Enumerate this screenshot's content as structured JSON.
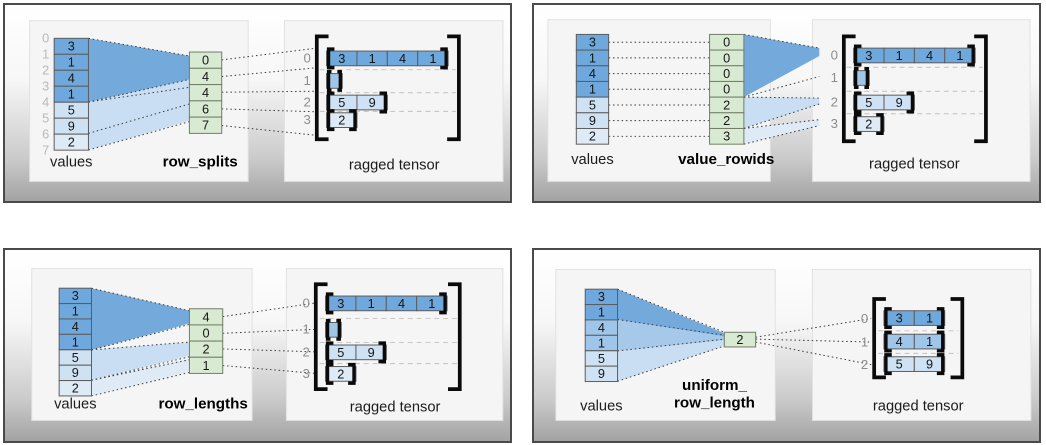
{
  "colors": {
    "dark_blue": "#6fa8dc",
    "medium_blue": "#9fc5e8",
    "light_blue": "#cfe2f3",
    "pale_blue": "#deebf7",
    "green": "#d9ead3"
  },
  "panels": [
    {
      "name": "row_splits",
      "values_label": "values",
      "param_label": "row_splits",
      "tensor_label": "ragged tensor",
      "value_indices": [
        "0",
        "1",
        "2",
        "3",
        "4",
        "5",
        "6",
        "7"
      ],
      "values": [
        "3",
        "1",
        "4",
        "1",
        "5",
        "9",
        "2"
      ],
      "param": [
        "0",
        "4",
        "4",
        "6",
        "7"
      ],
      "row_labels": [
        "0",
        "1",
        "2",
        "3"
      ],
      "rows": [
        [
          "3",
          "1",
          "4",
          "1"
        ],
        [],
        [
          "5",
          "9"
        ],
        [
          "2"
        ]
      ]
    },
    {
      "name": "value_rowids",
      "values_label": "values",
      "param_label": "value_rowids",
      "tensor_label": "ragged tensor",
      "values": [
        "3",
        "1",
        "4",
        "1",
        "5",
        "9",
        "2"
      ],
      "param": [
        "0",
        "0",
        "0",
        "0",
        "2",
        "2",
        "3"
      ],
      "row_labels": [
        "0",
        "1",
        "2",
        "3"
      ],
      "rows": [
        [
          "3",
          "1",
          "4",
          "1"
        ],
        [],
        [
          "5",
          "9"
        ],
        [
          "2"
        ]
      ]
    },
    {
      "name": "row_lengths",
      "values_label": "values",
      "param_label": "row_lengths",
      "tensor_label": "ragged tensor",
      "values": [
        "3",
        "1",
        "4",
        "1",
        "5",
        "9",
        "2"
      ],
      "param": [
        "4",
        "0",
        "2",
        "1"
      ],
      "row_labels": [
        "0",
        "1",
        "2",
        "3"
      ],
      "rows": [
        [
          "3",
          "1",
          "4",
          "1"
        ],
        [],
        [
          "5",
          "9"
        ],
        [
          "2"
        ]
      ]
    },
    {
      "name": "uniform_row_length",
      "values_label": "values",
      "param_label": "uniform_",
      "param_label2": "row_length",
      "tensor_label": "ragged tensor",
      "values": [
        "3",
        "1",
        "4",
        "1",
        "5",
        "9"
      ],
      "param": [
        "2"
      ],
      "row_labels": [
        "0",
        "1",
        "2"
      ],
      "rows": [
        [
          "3",
          "1"
        ],
        [
          "4",
          "1"
        ],
        [
          "5",
          "9"
        ]
      ]
    }
  ]
}
